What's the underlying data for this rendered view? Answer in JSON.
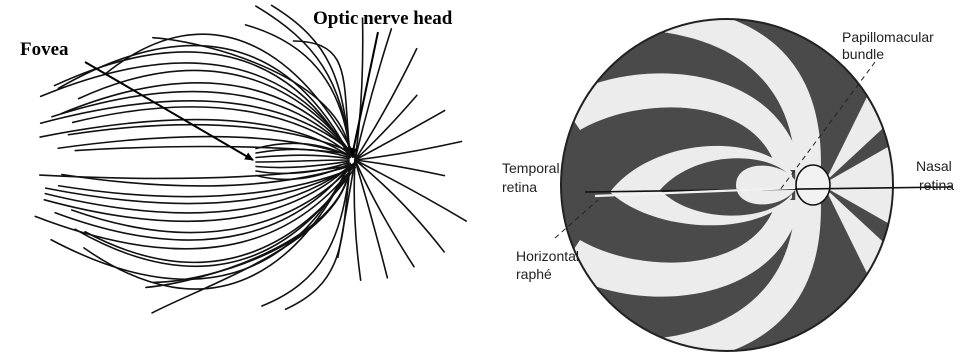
{
  "left_diagram": {
    "labels": {
      "fovea": "Fovea",
      "optic_nerve_head": "Optic nerve head"
    }
  },
  "right_diagram": {
    "labels": {
      "papillomacular_line1": "Papillomacular",
      "papillomacular_line2": "bundle",
      "temporal_line1": "Temporal",
      "temporal_line2": "retina",
      "nasal_line1": "Nasal",
      "nasal_line2": "retina",
      "horizontal_line1": "Horizontal",
      "horizontal_line2": "raphé"
    },
    "colors": {
      "dark_region": "#4a4a4a",
      "light_region": "#ececec"
    }
  }
}
